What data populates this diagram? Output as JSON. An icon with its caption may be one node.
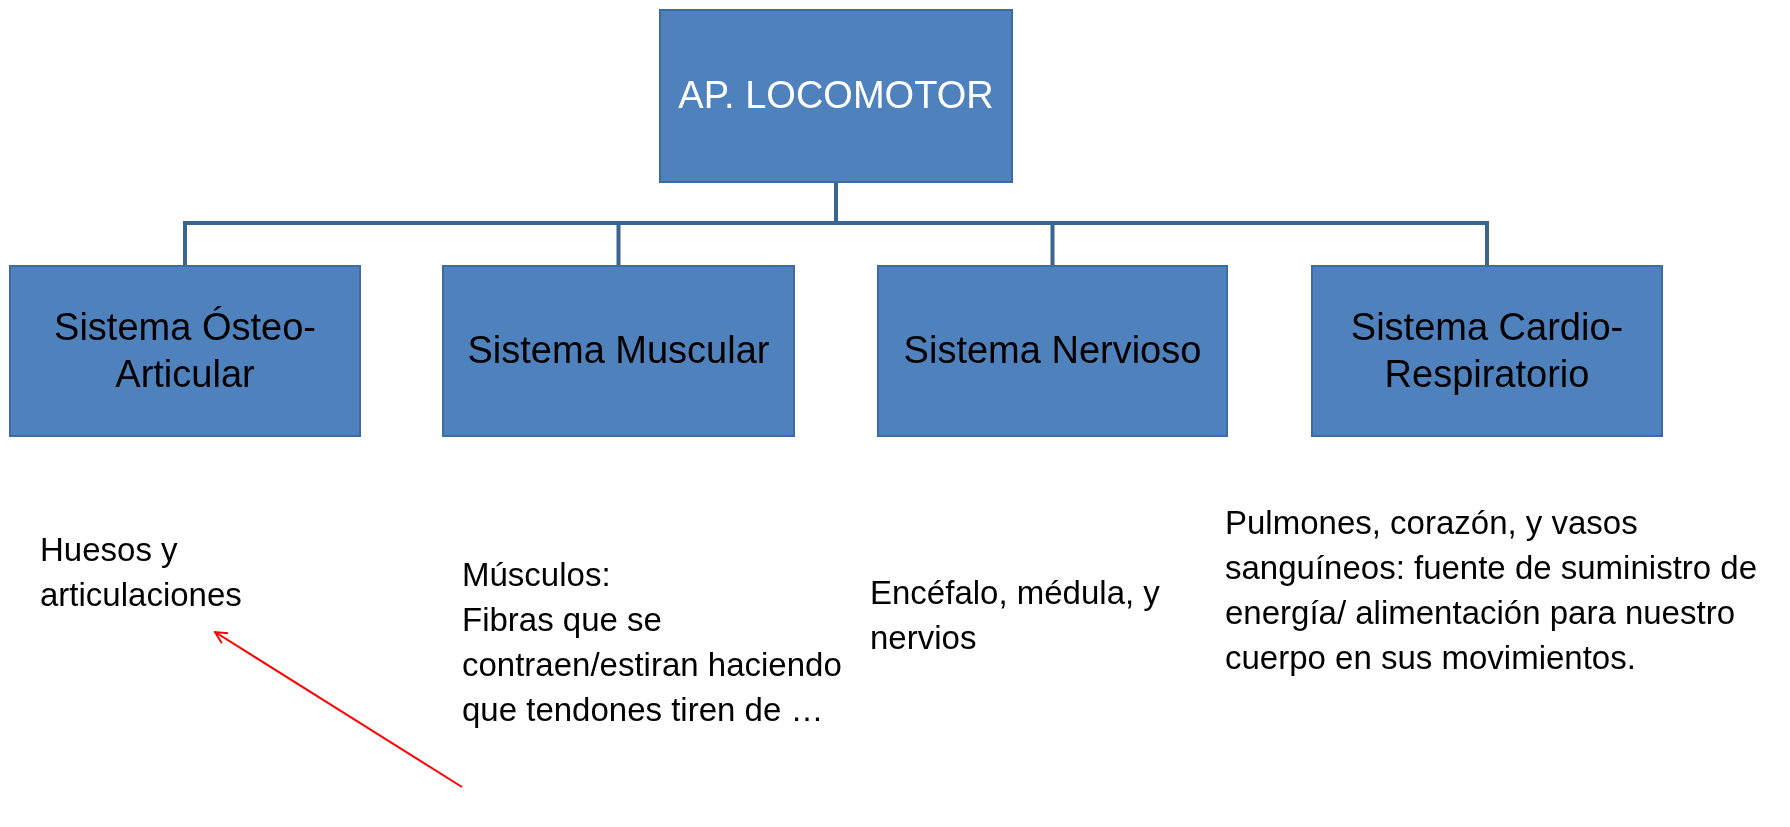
{
  "diagram": {
    "nodes": [
      {
        "text": [
          "AP. LOCOMOTOR"
        ]
      },
      {
        "text": [
          "Sistema Ósteo-Articular"
        ]
      },
      {
        "text": [
          "Sistema Muscular"
        ]
      },
      {
        "text": [
          "Sistema Nervioso"
        ]
      },
      {
        "text": [
          "Sistema Cardio-Respiratorio"
        ]
      },
      {
        "text": [
          "Huesos y articulaciones"
        ]
      },
      {
        "text": [
          "Músculos:",
          "Fibras que se contraen/estiran haciendo que tendones tiren de …"
        ]
      }
    ],
    "edges": [
      {
        "from": 0,
        "to": 1,
        "arrow": "none"
      },
      {
        "from": 0,
        "to": 2,
        "arrow": "none"
      },
      {
        "from": 0,
        "to": 3,
        "arrow": "none"
      },
      {
        "from": 0,
        "to": 4,
        "arrow": "none"
      },
      {
        "from": 6,
        "to": 5,
        "arrow": "to",
        "color": "#ff0000"
      }
    ],
    "labels": [
      "Encéfalo, médula, y nervios",
      "Pulmones, corazón, y vasos sanguíneos: fuente de suministro de energía/ alimentación para nuestro cuerpo en sus movimientos."
    ]
  }
}
